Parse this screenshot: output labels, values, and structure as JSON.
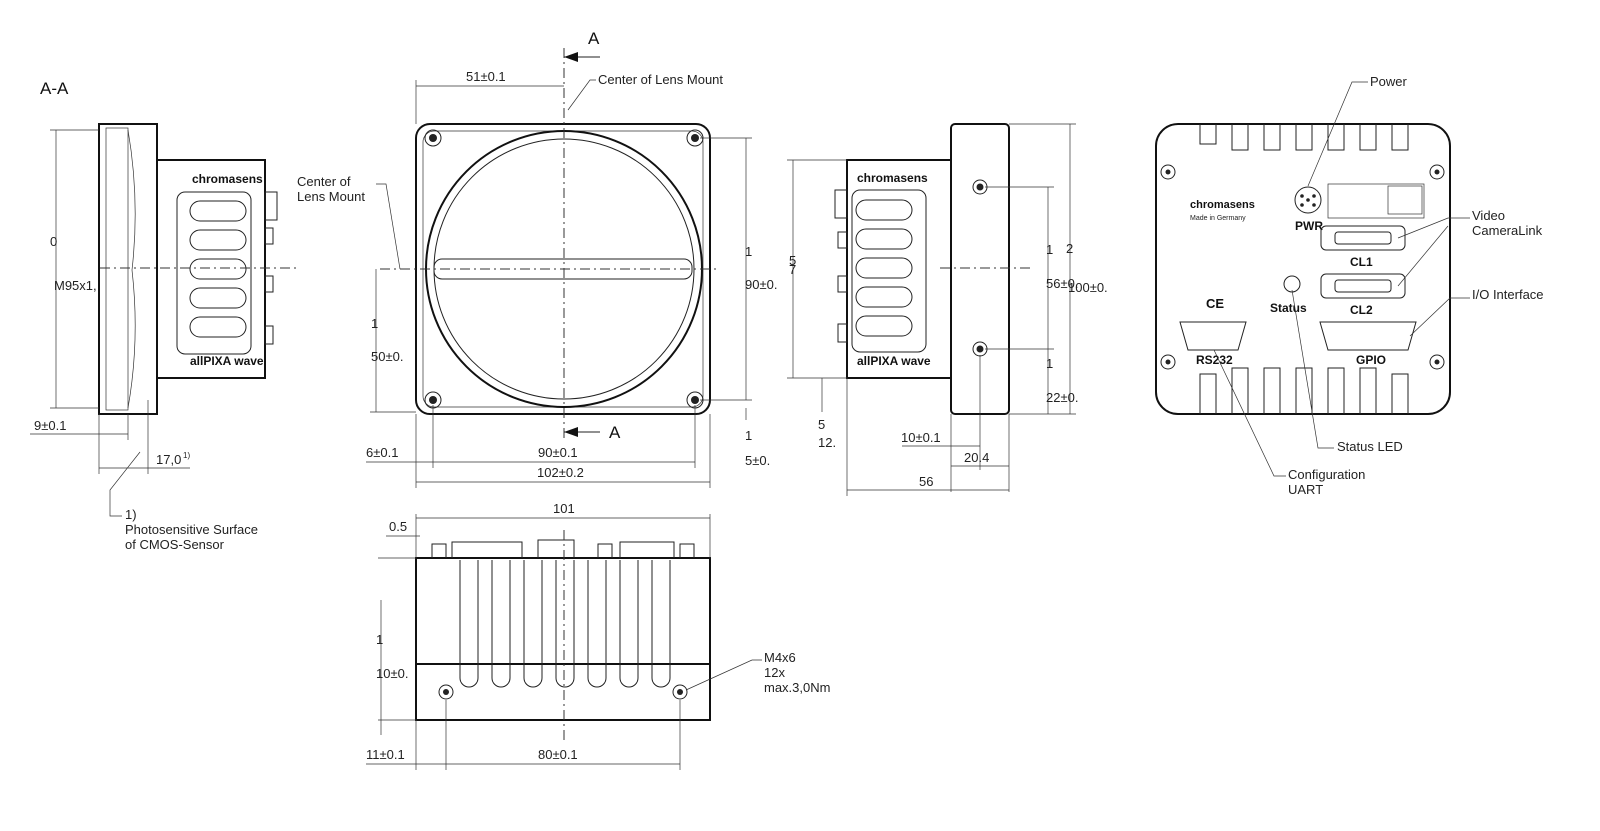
{
  "section_label": "A-A",
  "section_marker": "A",
  "brand": "chromasens",
  "model": "allPIXA wave",
  "made_in": "Made in Germany",
  "connectors": {
    "pwr": "PWR",
    "cl1": "CL1",
    "cl2": "CL2",
    "status": "Status",
    "rs232": "RS232",
    "gpio": "GPIO",
    "ce": "CE"
  },
  "callouts": {
    "center_lens_mount": "Center of Lens Mount",
    "center_of": "Center of",
    "lens_mount": "Lens Mount",
    "power": "Power",
    "video": "Video",
    "cameralink": "CameraLink",
    "io_interface": "I/O Interface",
    "status_led": "Status LED",
    "configuration": "Configuration",
    "uart": "UART",
    "footnote_num": "1)",
    "photosensitive": "Photosensitive Surface",
    "cmos": "of CMOS-Sensor",
    "screw_spec": "M4x6",
    "screw_count": "12x",
    "screw_torque": "max.3,0Nm"
  },
  "dimensions": {
    "sec_0": "0",
    "sec_m95": "M95x1,",
    "sec_9": "9±0.1",
    "sec_17": "17,0",
    "sec_17_sup": "1)",
    "front_51": "51±0.1",
    "front_1a": "1",
    "front_90v": "90±0.",
    "front_1b": "1",
    "front_50": "50±0.",
    "front_6": "6±0.1",
    "front_90h": "90±0.1",
    "front_102": "102±0.2",
    "front_1c": "1",
    "front_5": "5±0.",
    "side_5": "5",
    "side_7": "7",
    "side_5b": "5",
    "side_12": "12.",
    "side_1a": "1",
    "side_56": "56±0.",
    "side_2": "2",
    "side_100": "100±0.",
    "side_1b": "1",
    "side_22": "22±0.",
    "side_10": "10±0.1",
    "side_204": "20.4",
    "side_56b": "56",
    "top_101": "101",
    "top_05": "0.5",
    "top_1": "1",
    "top_10": "10±0.",
    "top_11": "11±0.1",
    "top_80": "80±0.1"
  }
}
